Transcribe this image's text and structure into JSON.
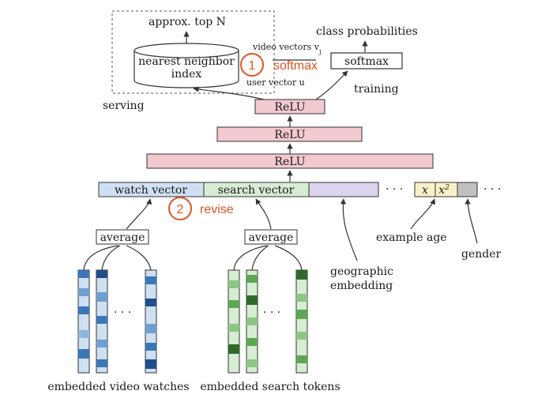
{
  "diagram": {
    "top_label": "approx. top N",
    "index_label_1": "nearest neighbor",
    "index_label_2": "index",
    "video_vectors": "video vectors v",
    "video_vectors_sub": "j",
    "user_vector": "user vector u",
    "class_probabilities": "class probabilities",
    "softmax": "softmax",
    "training": "training",
    "serving": "serving",
    "relu_1": "ReLU",
    "relu_2": "ReLU",
    "relu_3": "ReLU",
    "watch_vector": "watch vector",
    "search_vector": "search vector",
    "x_var": "x",
    "x2_var": "x",
    "x2_sup": "2",
    "dots_main": "· · ·",
    "dots_right": "· · ·",
    "average_1": "average",
    "average_2": "average",
    "example_age": "example age",
    "gender": "gender",
    "geographic_1": "geographic",
    "geographic_2": "embedding",
    "embedded_video_watches": "embedded video watches",
    "embedded_search_tokens": "embedded search tokens",
    "stack_dots_1": "· · ·",
    "stack_dots_2": "· · ·"
  },
  "annotations": [
    {
      "number": "1",
      "text": "softmax",
      "color": "#e0531f"
    },
    {
      "number": "2",
      "text": "revise",
      "color": "#e0531f"
    }
  ],
  "colors": {
    "relu_fill": "#f2c9cf",
    "watch_fill": "#cfe0f2",
    "search_fill": "#d6ecd3",
    "geo_fill": "#dcd3ee",
    "age_fill": "#fbefc7",
    "gender_fill": "#bfbfbf",
    "annotation": "#e0531f"
  }
}
